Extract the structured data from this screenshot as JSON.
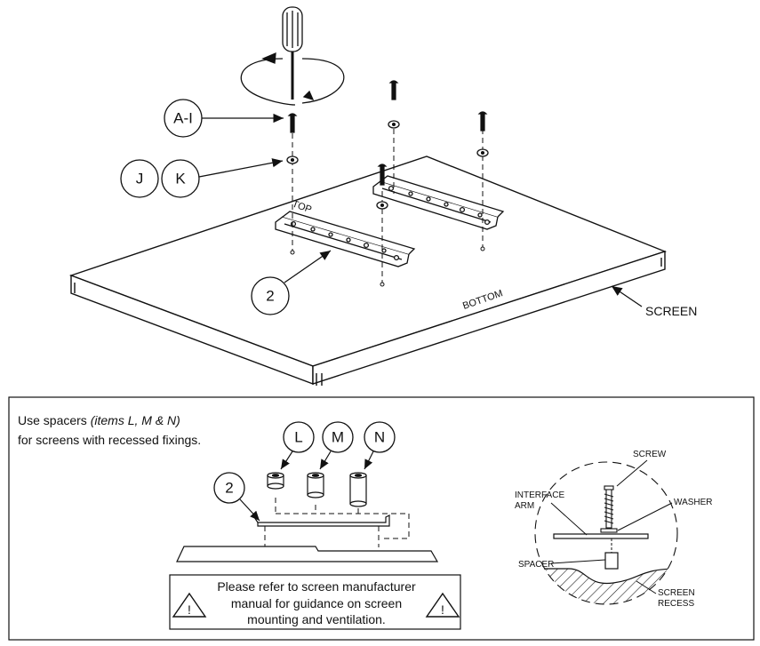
{
  "callouts": {
    "fixing_screws": "A-I",
    "washer_j": "J",
    "washer_k": "K",
    "interface_arm": "2",
    "spacer_l": "L",
    "spacer_m": "M",
    "spacer_n": "N",
    "interface_arm_detail": "2"
  },
  "labels": {
    "screen": "SCREEN",
    "top": "TOP",
    "bottom": "BOTTOM"
  },
  "spacer_note": {
    "line1_prefix": "Use spacers ",
    "line1_items": "(items L, M & N)",
    "line2": "for screens with recessed fixings."
  },
  "detail_labels": {
    "screw": "SCREW",
    "interface_arm_1": "INTERFACE",
    "interface_arm_2": "ARM",
    "washer": "WASHER",
    "spacer": "SPACER",
    "screen_recess_1": "SCREEN",
    "screen_recess_2": "RECESS"
  },
  "warning": {
    "line1": "Please refer to screen manufacturer",
    "line2": "manual for guidance on screen",
    "line3": "mounting and ventilation."
  }
}
